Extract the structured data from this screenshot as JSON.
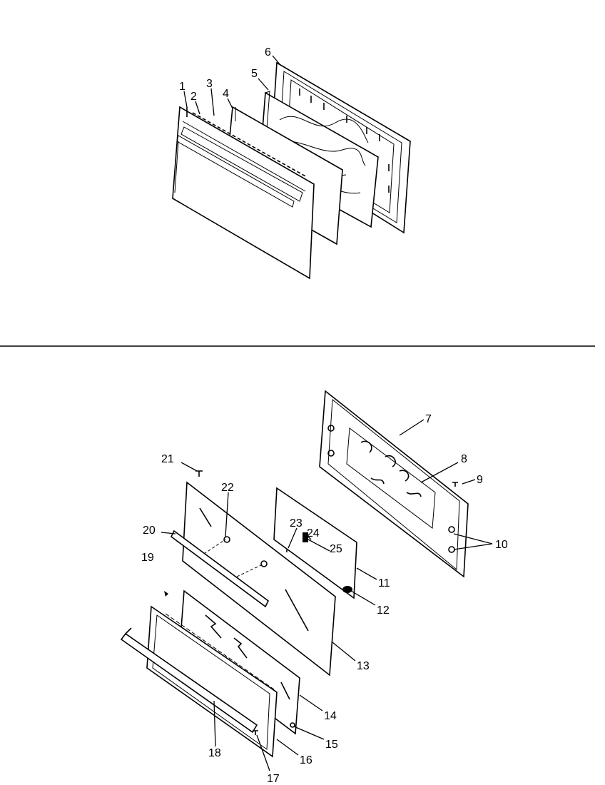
{
  "diagram": {
    "upper_callouts": [
      "1",
      "2",
      "3",
      "4",
      "5",
      "6"
    ],
    "lower_callouts": [
      "7",
      "8",
      "9",
      "10",
      "11",
      "12",
      "13",
      "14",
      "15",
      "16",
      "17",
      "18",
      "19",
      "20",
      "21",
      "22",
      "23",
      "24",
      "25"
    ]
  }
}
